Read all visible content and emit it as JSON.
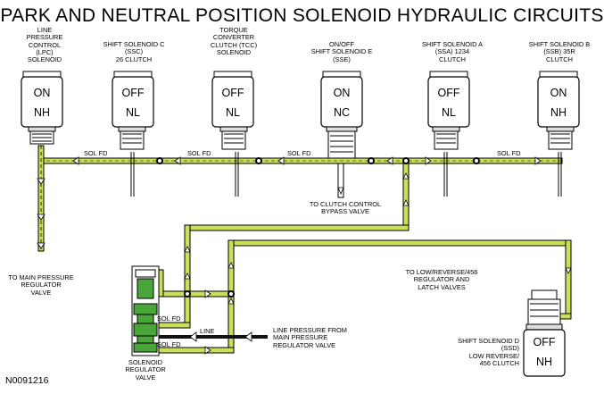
{
  "title": "PARK AND NEUTRAL POSITION SOLENOID HYDRAULIC CIRCUITS",
  "reference": "N0091216",
  "colors": {
    "fluid_sol_fd": "#c8e05a",
    "fluid_line": "#1a1a1a",
    "regulator_valve": "#4aa53a"
  },
  "solenoids": [
    {
      "id": "lpc",
      "label_lines": [
        "LINE",
        "PRESSURE",
        "CONTROL",
        "(LPC)",
        "SOLENOID"
      ],
      "state_top": "ON",
      "state_bottom": "NH"
    },
    {
      "id": "ssc",
      "label_lines": [
        "SHIFT SOLENOID C",
        "(SSC)",
        "26 CLUTCH"
      ],
      "state_top": "OFF",
      "state_bottom": "NL"
    },
    {
      "id": "tcc",
      "label_lines": [
        "TORQUE",
        "CONVERTER",
        "CLUTCH (TCC)",
        "SOLENOID"
      ],
      "state_top": "OFF",
      "state_bottom": "NL"
    },
    {
      "id": "sse",
      "label_lines": [
        "ON/OFF",
        "SHIFT SOLENOID E",
        "(SSE)"
      ],
      "state_top": "ON",
      "state_bottom": "NC"
    },
    {
      "id": "ssa",
      "label_lines": [
        "SHIFT SOLENOID A",
        "(SSA) 1234",
        "CLUTCH"
      ],
      "state_top": "OFF",
      "state_bottom": "NL"
    },
    {
      "id": "ssb",
      "label_lines": [
        "SHIFT SOLENOID B",
        "(SSB) 35R",
        "CLUTCH"
      ],
      "state_top": "ON",
      "state_bottom": "NH"
    },
    {
      "id": "ssd",
      "label_lines": [
        "SHIFT SOLENOID D",
        "(SSD)",
        "LOW REVERSE/",
        "456 CLUTCH"
      ],
      "state_top": "OFF",
      "state_bottom": "NH"
    }
  ],
  "circuit_labels": {
    "sol_fd": "SOL FD",
    "line": "LINE"
  },
  "annotations": {
    "clutch_bypass": [
      "TO CLUTCH CONTROL",
      "BYPASS VALVE"
    ],
    "main_regulator": [
      "TO MAIN PRESSURE",
      "REGULATOR",
      "VALVE"
    ],
    "low_reverse": [
      "TO LOW/REVERSE/456",
      "REGULATOR AND",
      "LATCH VALVES"
    ],
    "line_pressure_from": [
      "LINE PRESSURE FROM",
      "MAIN PRESSURE",
      "REGULATOR VALVE"
    ],
    "solenoid_regulator": [
      "SOLENOID",
      "REGULATOR",
      "VALVE"
    ]
  }
}
